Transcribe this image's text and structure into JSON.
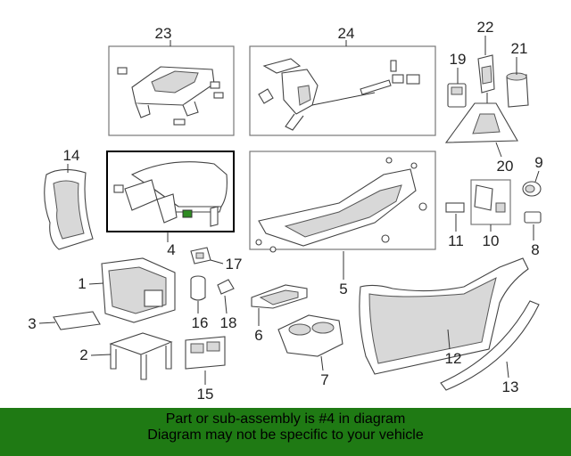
{
  "callouts": {
    "c1": "1",
    "c2": "2",
    "c3": "3",
    "c4": "4",
    "c5": "5",
    "c6": "6",
    "c7": "7",
    "c8": "8",
    "c9": "9",
    "c10": "10",
    "c11": "11",
    "c12": "12",
    "c13": "13",
    "c14": "14",
    "c15": "15",
    "c16": "16",
    "c17": "17",
    "c18": "18",
    "c19": "19",
    "c20": "20",
    "c21": "21",
    "c22": "22",
    "c23": "23",
    "c24": "24"
  },
  "highlight": {
    "part": "4",
    "color": "#000000"
  },
  "banner": {
    "line1": "Part or sub-assembly is #4 in diagram",
    "line2": "Diagram may not be specific to your vehicle",
    "background": "#1f7a14"
  }
}
